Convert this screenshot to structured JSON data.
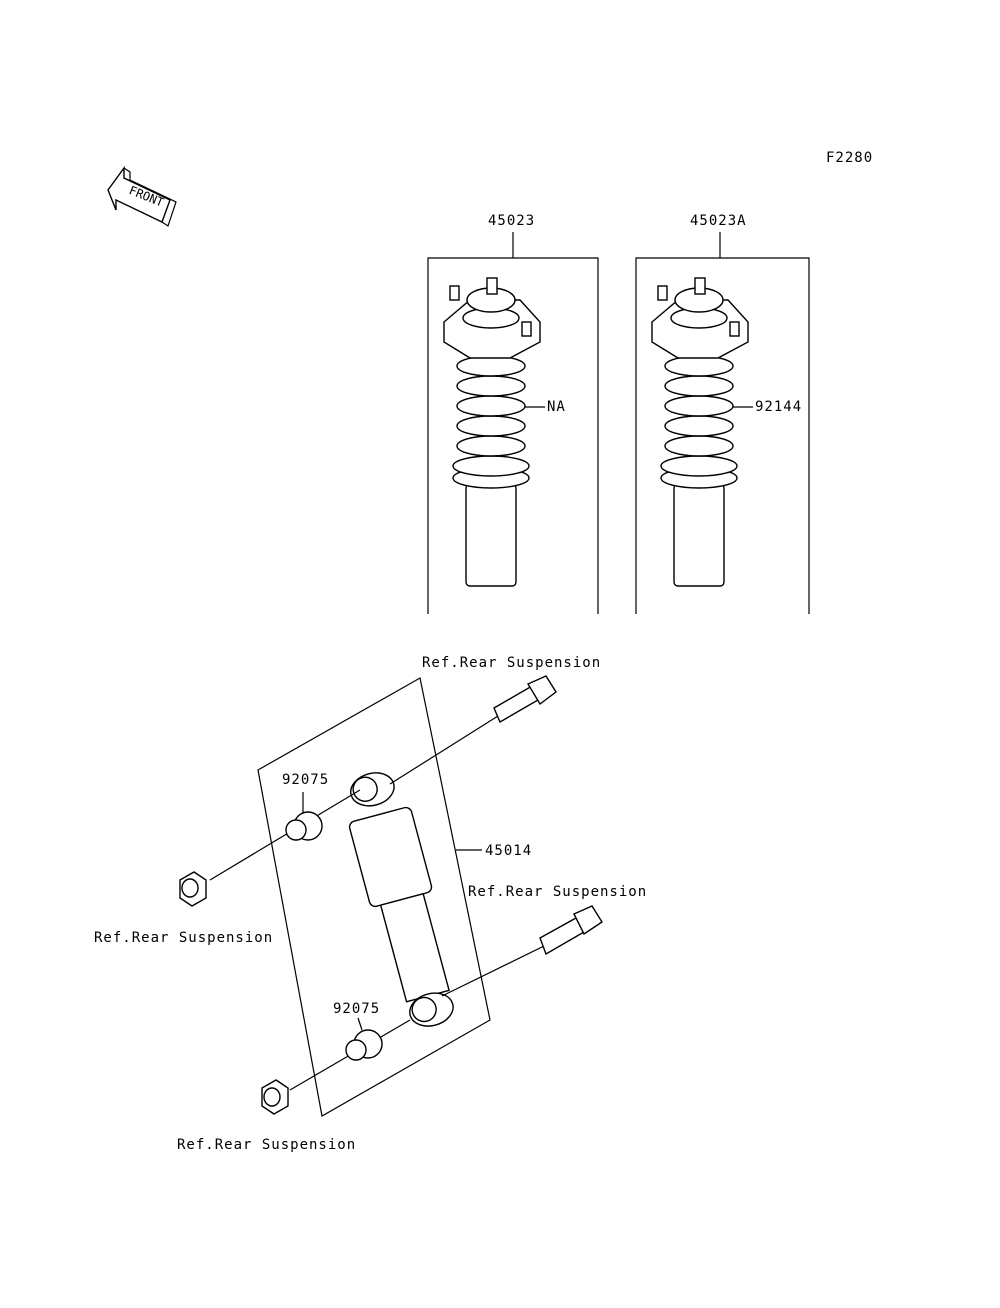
{
  "figure_code": "F2280",
  "front_arrow_text": "FRONT",
  "labels": {
    "shock_assy_a": "45023",
    "shock_assy_b": "45023A",
    "spring_a": "NA",
    "spring_b": "92144",
    "shock_absorber": "45014",
    "bushing_upper": "92075",
    "bushing_lower": "92075",
    "ref_upper_bolt": "Ref.Rear Suspension",
    "ref_upper_nut": "Ref.Rear Suspension",
    "ref_lower_bolt": "Ref.Rear Suspension",
    "ref_lower_nut": "Ref.Rear Suspension"
  },
  "colors": {
    "line": "#000000",
    "background": "#ffffff"
  }
}
